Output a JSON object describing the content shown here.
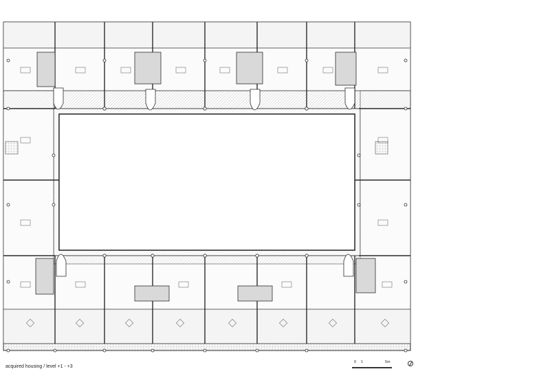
{
  "caption": "acquired housing / level +1 - +3",
  "scale_bar": {
    "label_zero": "0",
    "label_one": "1",
    "label_five": "5m"
  },
  "north_arrow_icon": "north-arrow-icon",
  "colors": {
    "line": "#2b2b2b",
    "hatch": "#9a9a9a",
    "fill_grey": "#d9d9d9",
    "background": "#ffffff"
  }
}
